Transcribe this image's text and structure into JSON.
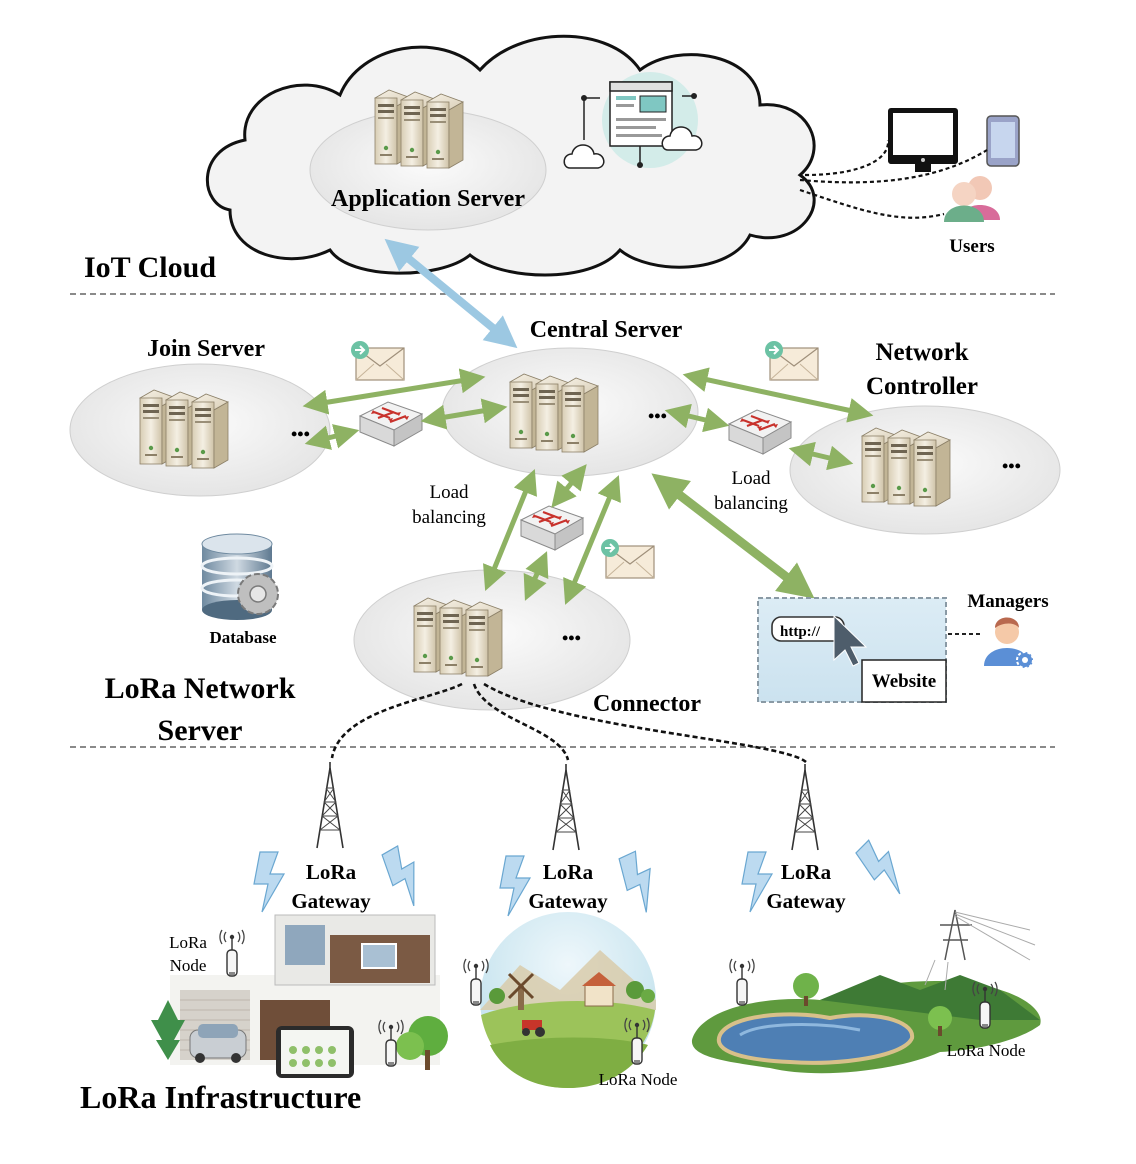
{
  "sections": {
    "cloud": "IoT Cloud",
    "network_line1": "LoRa Network",
    "network_line2": "Server",
    "infrastructure": "LoRa Infrastructure"
  },
  "servers": {
    "application": "Application Server",
    "central": "Central Server",
    "join": "Join Server",
    "controller_line1": "Network",
    "controller_line2": "Controller",
    "connector": "Connector",
    "database": "Database"
  },
  "load_balancing": {
    "left_line1": "Load",
    "left_line2": "balancing",
    "right_line1": "Load",
    "right_line2": "balancing"
  },
  "actors": {
    "users": "Users",
    "managers": "Managers",
    "website": "Website",
    "url": "http://"
  },
  "gateways": [
    {
      "line1": "LoRa",
      "line2": "Gateway"
    },
    {
      "line1": "LoRa",
      "line2": "Gateway"
    },
    {
      "line1": "LoRa",
      "line2": "Gateway"
    }
  ],
  "nodes": {
    "house_line1": "LoRa",
    "house_line2": "Node",
    "farm": "LoRa Node",
    "lake": "LoRa Node"
  },
  "ellipsis": "•••",
  "colors": {
    "green_arrow": "#8eb263",
    "blue_arrow": "#9cc8e2",
    "ellipse_fill": "#ececec",
    "bolt": "#bcdaf0",
    "cloud_fill": "#f3f3f3"
  }
}
